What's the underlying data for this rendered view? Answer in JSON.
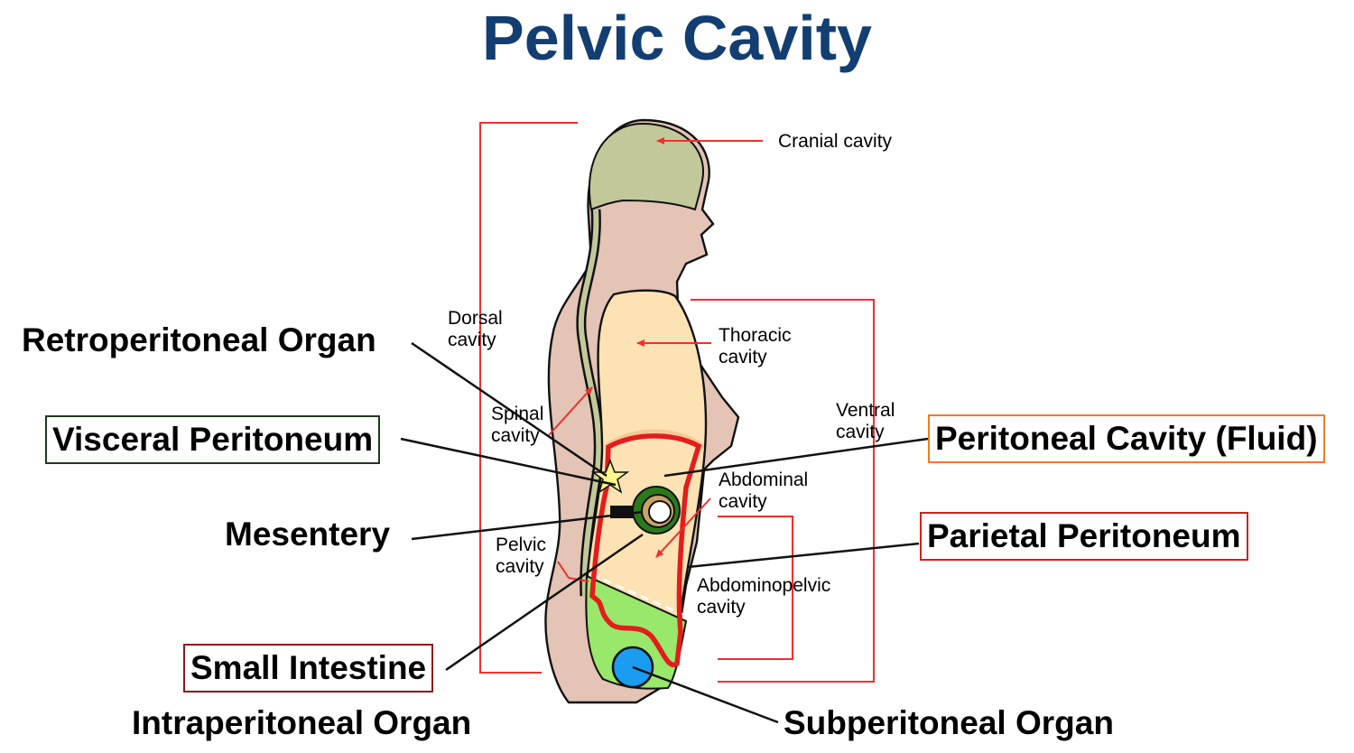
{
  "title": "Pelvic Cavity",
  "labels": {
    "cranial": "Cranial cavity",
    "dorsal_1": "Dorsal",
    "dorsal_2": "cavity",
    "thoracic_1": "Thoracic",
    "thoracic_2": "cavity",
    "spinal_1": "Spinal",
    "spinal_2": "cavity",
    "ventral_1": "Ventral",
    "ventral_2": "cavity",
    "abdominal_1": "Abdominal",
    "abdominal_2": "cavity",
    "pelvic_1": "Pelvic",
    "pelvic_2": "cavity",
    "abdominopelvic_1": "Abdominopelvic",
    "abdominopelvic_2": "cavity"
  },
  "callouts": {
    "retroperitoneal": "Retroperitoneal Organ",
    "visceral": "Visceral Peritoneum",
    "mesentery": "Mesentery",
    "small_intestine": "Small Intestine",
    "intraperitoneal": "Intraperitoneal Organ",
    "peritoneal_cavity": "Peritoneal Cavity (Fluid)",
    "parietal": "Parietal Peritoneum",
    "subperitoneal": "Subperitoneal Organ"
  },
  "colors": {
    "title": "#123e72",
    "skin": "#e3c4b5",
    "cranial_fill": "#c3c89a",
    "thoracic_fill": "#fde2b4",
    "pelvic_fill": "#99e76b",
    "peritoneum_red": "#e31c1c",
    "bracket_red": "#ee3030",
    "intestine_green": "#2a7a1c",
    "subperitoneal_blue": "#1a9cf0",
    "star_yellow": "#fbf58a"
  }
}
